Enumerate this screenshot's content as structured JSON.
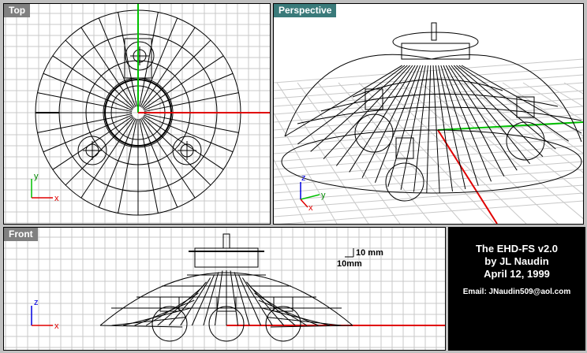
{
  "viewports": {
    "top": {
      "label": "Top",
      "active": false,
      "axes": {
        "x": "x",
        "y": "y"
      }
    },
    "perspective": {
      "label": "Perspective",
      "active": true,
      "axes": {
        "x": "x",
        "y": "y",
        "z": "z"
      }
    },
    "front": {
      "label": "Front",
      "active": false,
      "axes": {
        "x": "x",
        "z": "z"
      }
    }
  },
  "dimensions": {
    "vertical": "10 mm",
    "horizontal": "10mm"
  },
  "info_panel": {
    "title": "The EHD-FS v2.0",
    "author": "by JL Naudin",
    "date": "April 12, 1999",
    "email": "Email: JNaudin509@aol.com"
  },
  "colors": {
    "active_tab": "#3a7a7a",
    "inactive_tab": "#808080",
    "grid": "#c8c8c8",
    "x_axis": "#e00000",
    "y_axis": "#00c000",
    "z_axis": "#0000e0"
  }
}
